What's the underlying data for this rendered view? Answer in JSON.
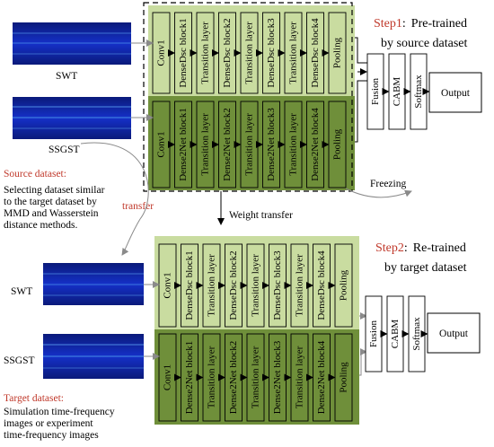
{
  "colors": {
    "light_green": "#c9dca0",
    "dark_green": "#6f8f3a",
    "step_red": "#c0392b",
    "spec_bg": "#0b1e8c"
  },
  "source": {
    "input1": "SWT",
    "input2": "SSGST",
    "dataset_title": "Source dataset:",
    "dataset_desc_lines": [
      "Selecting dataset similar",
      "to the target dataset by",
      "MMD and Wasserstein",
      "distance methods."
    ],
    "transfer_label": "transfer"
  },
  "target": {
    "input1": "SWT",
    "input2": "SSGST",
    "dataset_title": "Target dataset:",
    "dataset_desc_lines": [
      "Simulation time-frequency",
      "images or experiment",
      "time-frequency images"
    ]
  },
  "network": {
    "top_row": [
      "Conv1",
      "DenseDsc block1",
      "Transition layer",
      "DenseDsc block2",
      "Transition layer",
      "DenseDsc block3",
      "Transition layer",
      "DenseDsc block4",
      "Pooling"
    ],
    "bottom_row": [
      "Conv1",
      "Dense2Net block1",
      "Transition layer",
      "Dense2Net block2",
      "Transition layer",
      "Dense2Net block3",
      "Transition layer",
      "Dense2Net block4",
      "Pooling"
    ],
    "head": [
      "Fusion",
      "CABM",
      "Softmax"
    ],
    "output": "Output"
  },
  "step1": {
    "label": "Step1",
    "sep": ":",
    "text1": "Pre-trained",
    "text2": "by source dataset"
  },
  "step2": {
    "label": "Step2",
    "sep": ":",
    "text1": "Re-trained",
    "text2": "by target dataset"
  },
  "freezing": "Freezing",
  "weight_transfer": "Weight transfer"
}
